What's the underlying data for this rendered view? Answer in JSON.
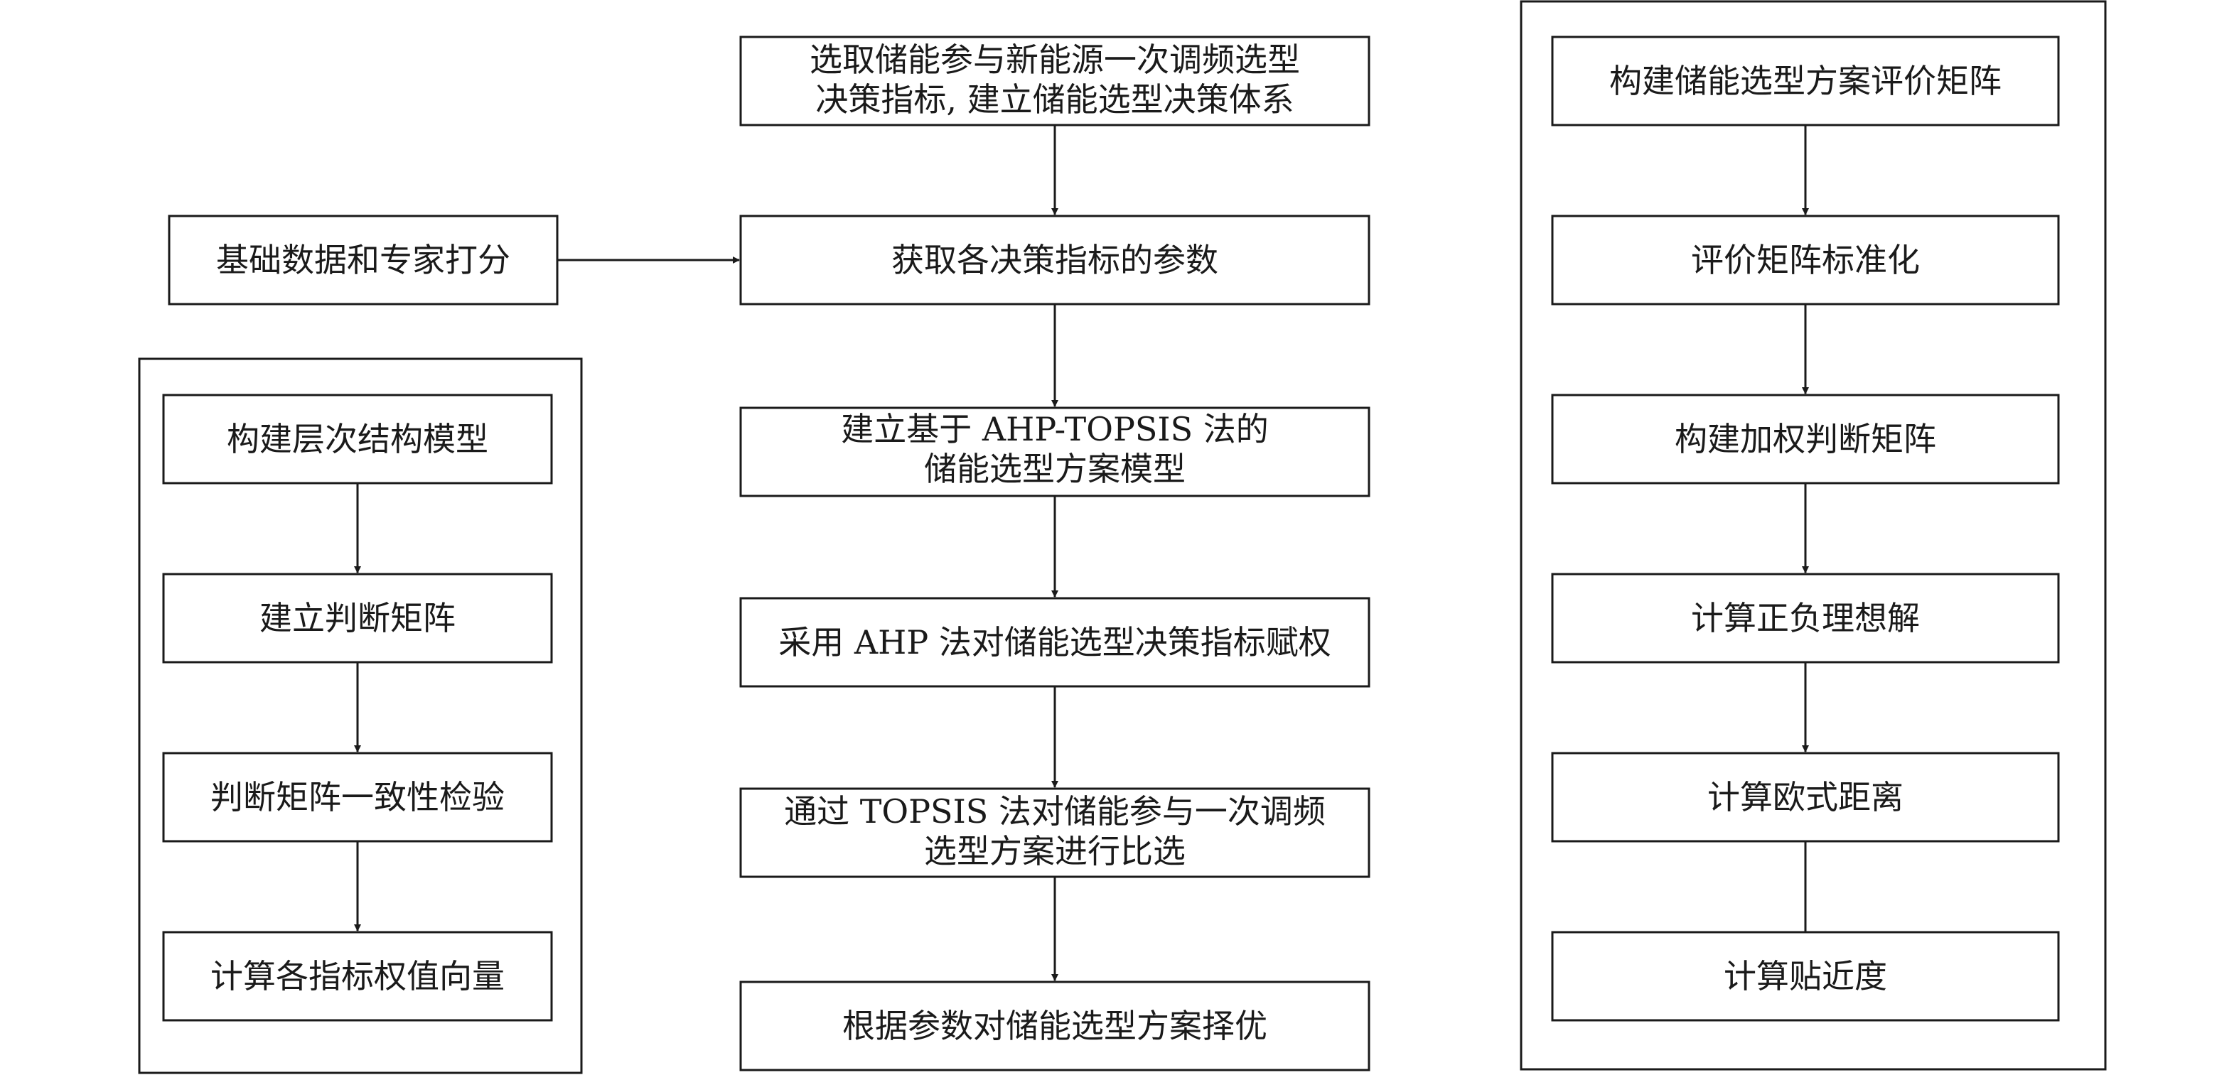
{
  "nodes": {
    "center_1_line1": "选取储能参与新能源一次调频选型",
    "center_1_line2": "决策指标, 建立储能选型决策体系",
    "center_2": "获取各决策指标的参数",
    "center_3_line1": "建立基于 AHP-TOPSIS 法的",
    "center_3_line2": "储能选型方案模型",
    "center_4": "采用 AHP 法对储能选型决策指标赋权",
    "center_5_line1": "通过 TOPSIS 法对储能参与一次调频",
    "center_5_line2": "选型方案进行比选",
    "center_6": "根据参数对储能选型方案择优",
    "input": "基础数据和专家打分",
    "left_1": "构建层次结构模型",
    "left_2": "建立判断矩阵",
    "left_3": "判断矩阵一致性检验",
    "left_4": "计算各指标权值向量",
    "right_1": "构建储能选型方案评价矩阵",
    "right_2": "评价矩阵标准化",
    "right_3": "构建加权判断矩阵",
    "right_4": "计算正负理想解",
    "right_5": "计算欧式距离",
    "right_6": "计算贴近度"
  }
}
